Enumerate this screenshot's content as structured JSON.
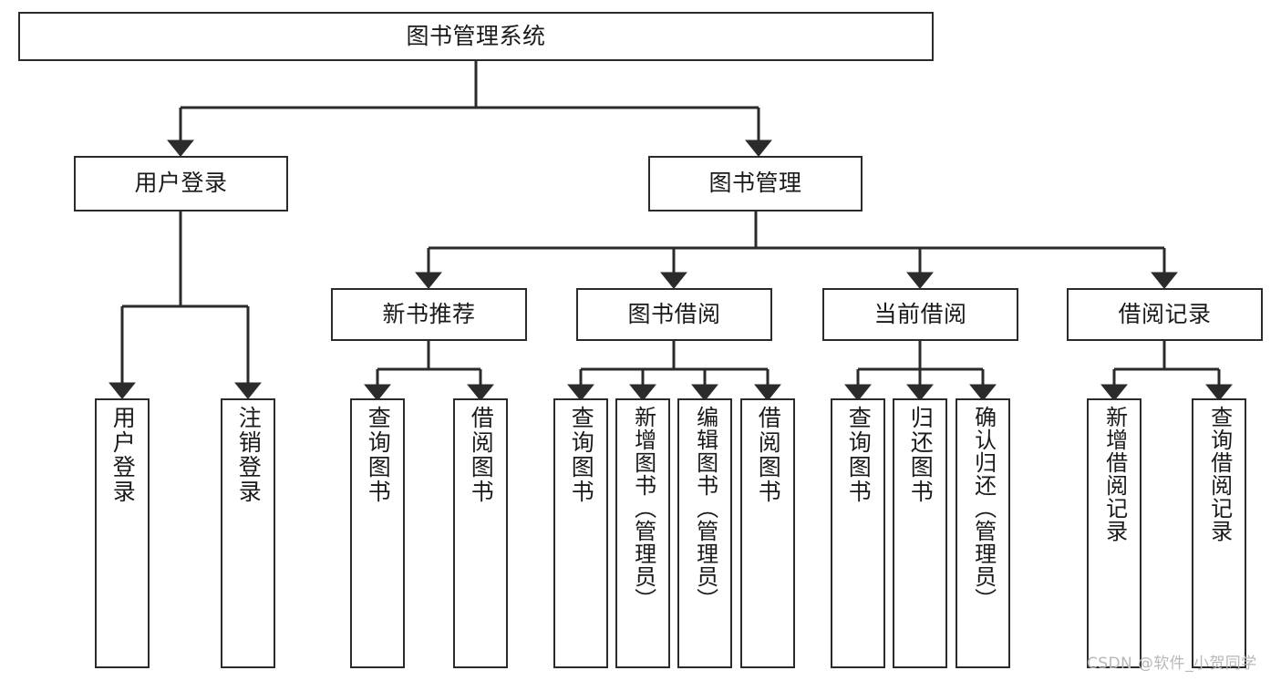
{
  "diagram": {
    "title": "图书管理系统",
    "type": "hierarchy-tree",
    "root": {
      "id": "root",
      "label": "图书管理系统",
      "orientation": "horizontal"
    },
    "level1": [
      {
        "id": "user-login",
        "label": "用户登录",
        "orientation": "horizontal"
      },
      {
        "id": "book-management",
        "label": "图书管理",
        "orientation": "horizontal"
      }
    ],
    "level2": [
      {
        "id": "new-book-recommend",
        "label": "新书推荐",
        "orientation": "horizontal",
        "parent": "book-management"
      },
      {
        "id": "book-borrow",
        "label": "图书借阅",
        "orientation": "horizontal",
        "parent": "book-management"
      },
      {
        "id": "current-borrow",
        "label": "当前借阅",
        "orientation": "horizontal",
        "parent": "book-management"
      },
      {
        "id": "borrow-record",
        "label": "借阅记录",
        "orientation": "horizontal",
        "parent": "book-management"
      }
    ],
    "leaves": [
      {
        "id": "leaf-user-login",
        "label": "用户登录",
        "orientation": "vertical",
        "parent": "user-login"
      },
      {
        "id": "leaf-logout-login",
        "label": "注销登录",
        "orientation": "vertical",
        "parent": "user-login"
      },
      {
        "id": "leaf-query-book-1",
        "label": "查询图书",
        "orientation": "vertical",
        "parent": "new-book-recommend"
      },
      {
        "id": "leaf-borrow-book-1",
        "label": "借阅图书",
        "orientation": "vertical",
        "parent": "new-book-recommend"
      },
      {
        "id": "leaf-query-book-2",
        "label": "查询图书",
        "orientation": "vertical",
        "parent": "book-borrow"
      },
      {
        "id": "leaf-add-book",
        "label": "新增图书（管理员）",
        "orientation": "vertical",
        "parent": "book-borrow"
      },
      {
        "id": "leaf-edit-book",
        "label": "编辑图书（管理员）",
        "orientation": "vertical",
        "parent": "book-borrow"
      },
      {
        "id": "leaf-borrow-book-2",
        "label": "借阅图书",
        "orientation": "vertical",
        "parent": "book-borrow"
      },
      {
        "id": "leaf-query-book-3",
        "label": "查询图书",
        "orientation": "vertical",
        "parent": "current-borrow"
      },
      {
        "id": "leaf-return-book",
        "label": "归还图书",
        "orientation": "vertical",
        "parent": "current-borrow"
      },
      {
        "id": "leaf-confirm-return",
        "label": "确认归还（管理员）",
        "orientation": "vertical",
        "parent": "current-borrow"
      },
      {
        "id": "leaf-add-record",
        "label": "新增借阅记录",
        "orientation": "vertical",
        "parent": "borrow-record"
      },
      {
        "id": "leaf-query-record",
        "label": "查询借阅记录",
        "orientation": "vertical",
        "parent": "borrow-record"
      }
    ]
  },
  "watermark": {
    "text": "CSDN @软件_小贺同学"
  },
  "colors": {
    "border": "#2b2b2b",
    "background": "#ffffff",
    "text": "#1a1a1a",
    "watermark": "#b8b8b8"
  }
}
